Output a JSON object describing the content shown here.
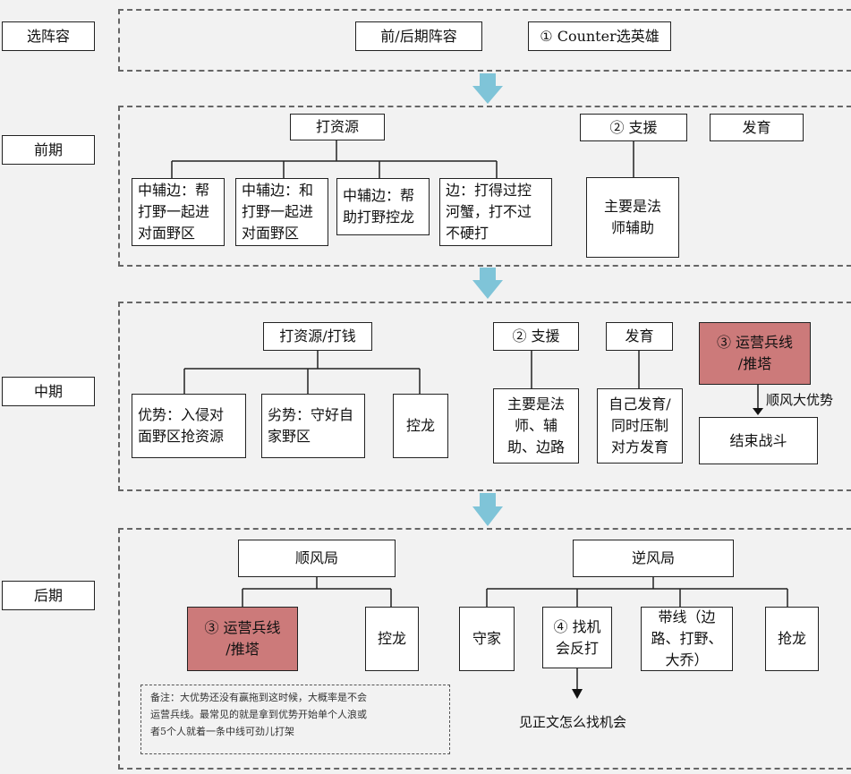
{
  "colors": {
    "background": "#f2f2f2",
    "arrow": "#7fc4d8",
    "highlight": "#cc7a7a",
    "border": "#222222"
  },
  "phases": {
    "pick": "选阵容",
    "early": "前期",
    "mid": "中期",
    "late": "后期"
  },
  "pick": {
    "lineup": "前/后期阵容",
    "counter": "① Counter选英雄"
  },
  "early": {
    "resource": "打资源",
    "support": "② 支援",
    "develop": "发育",
    "jungle_1": "中辅边：帮\n打野一起进\n对面野区",
    "jungle_2": "中辅边：和\n打野一起进\n对面野区",
    "jungle_3": "中辅边：帮\n助打野控龙",
    "jungle_4": "边：打得过控\n河蟹，打不过\n不硬打",
    "support_detail": "主要是法\n师辅助"
  },
  "mid": {
    "resource": "打资源/打钱",
    "adv": "优势：入侵对\n面野区抢资源",
    "disadv": "劣势：守好自\n家野区",
    "dragon": "控龙",
    "support": "② 支援",
    "support_detail": "主要是法\n师、辅\n助、边路",
    "develop": "发育",
    "develop_detail": "自己发育/\n同时压制\n对方发育",
    "wave": "③ 运营兵线\n/推塔",
    "tailwind_label": "顺风大优势",
    "end": "结束战斗"
  },
  "late": {
    "ahead": "顺风局",
    "behind": "逆风局",
    "wave": "③ 运营兵线\n/推塔",
    "dragon_ahead": "控龙",
    "defend": "守家",
    "counter_attack": "④ 找机\n会反打",
    "split": "带线（边\n路、打野、\n大乔）",
    "steal_dragon": "抢龙",
    "see_text": "见正文怎么找机会",
    "note": "备注：大优势还没有赢拖到这时候，大概率是不会\n运营兵线。最常见的就是拿到优势开始单个人浪或\n者5个人就着一条中线可劲儿打架"
  }
}
